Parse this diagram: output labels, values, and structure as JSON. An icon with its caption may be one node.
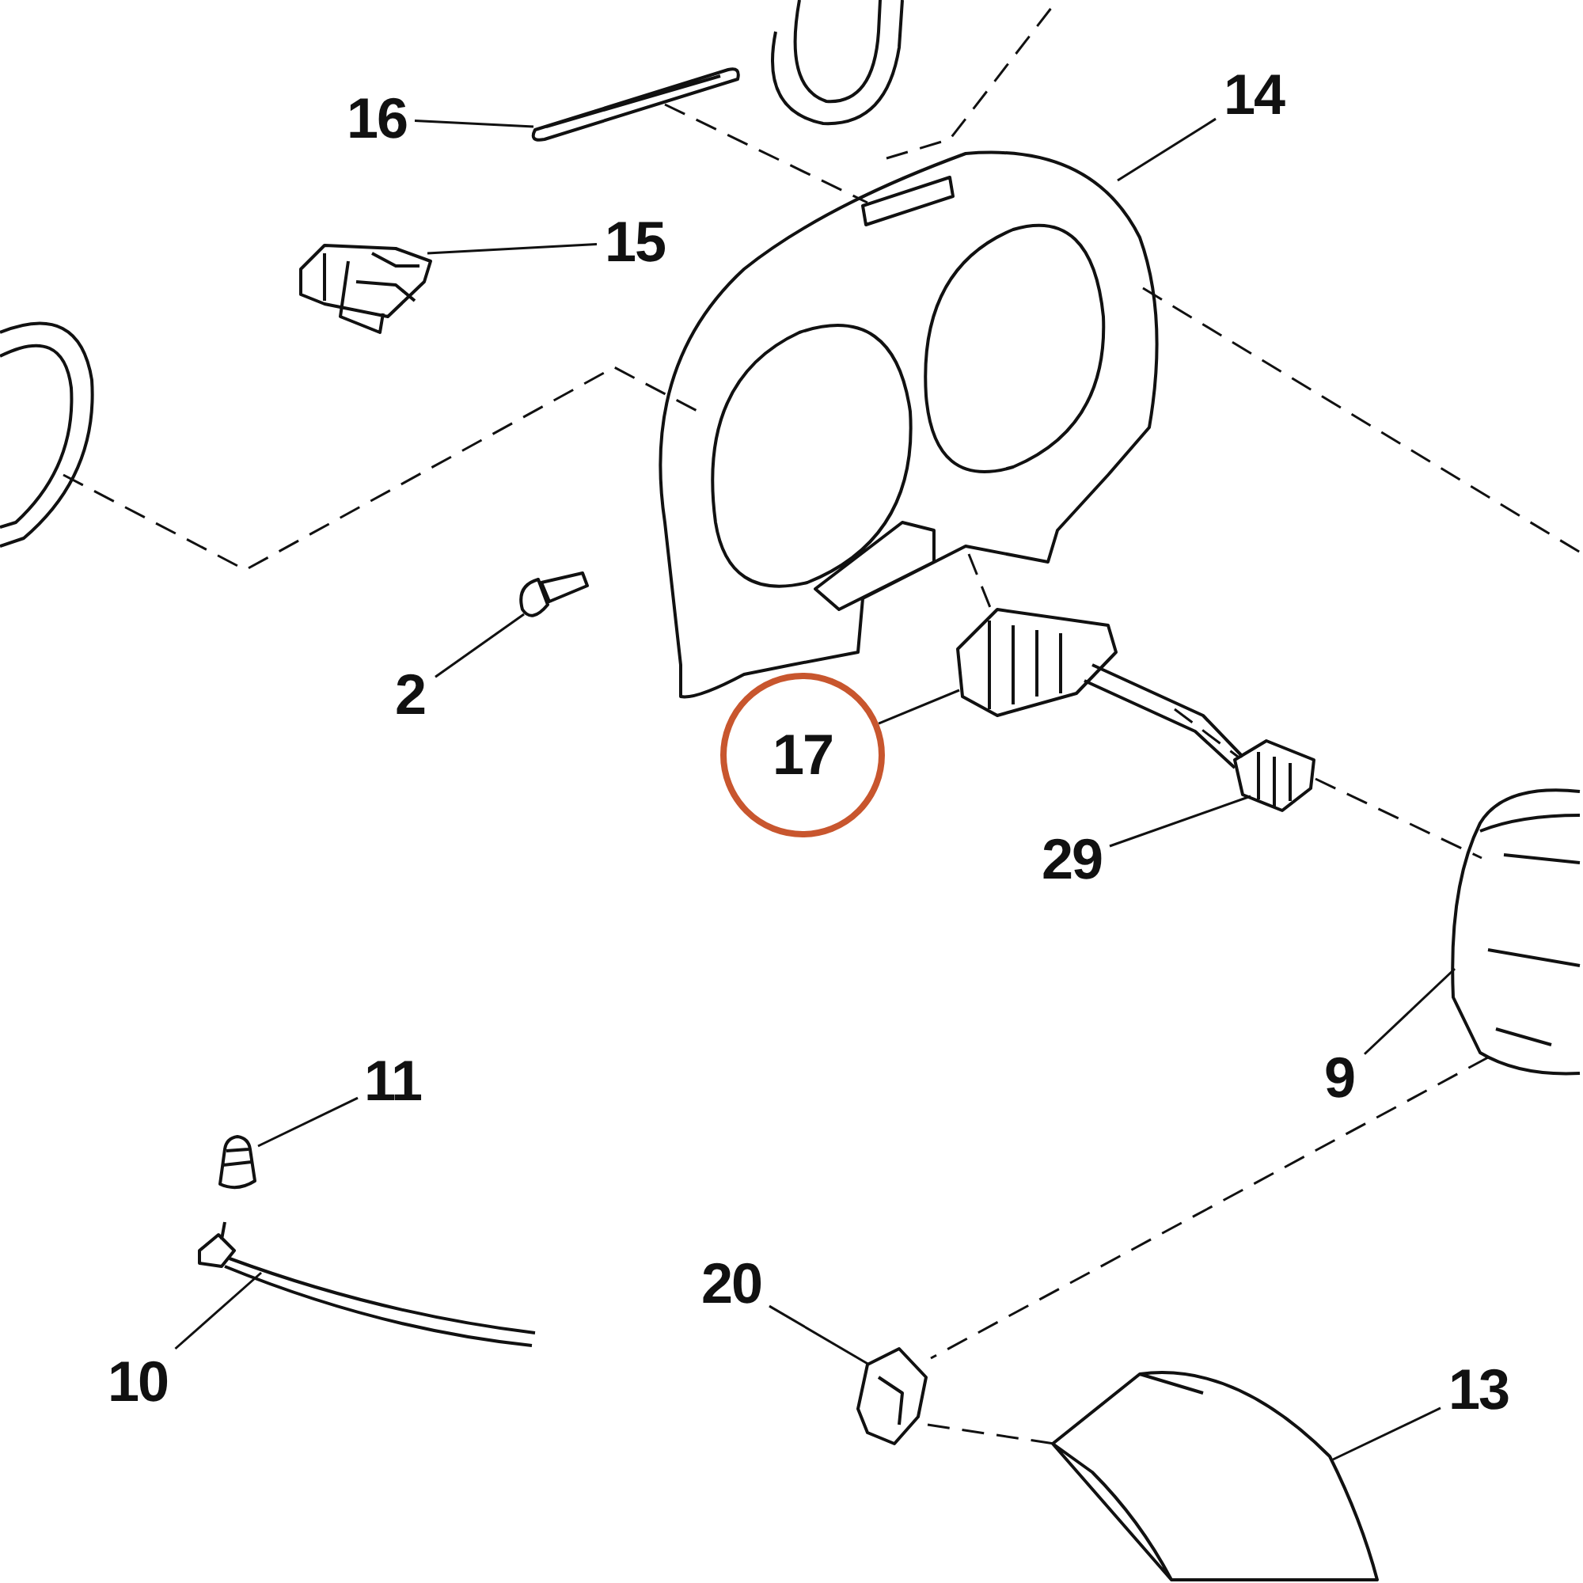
{
  "diagram": {
    "nodes": [
      {
        "text": [
          "16"
        ]
      },
      {
        "text": [
          "15"
        ]
      },
      {
        "text": [
          "14"
        ]
      },
      {
        "text": [
          "2"
        ]
      },
      {
        "text": [
          "17"
        ]
      },
      {
        "text": [
          "29"
        ]
      },
      {
        "text": [
          "9"
        ]
      },
      {
        "text": [
          "11"
        ]
      },
      {
        "text": [
          "10"
        ]
      },
      {
        "text": [
          "20"
        ]
      },
      {
        "text": [
          "13"
        ]
      },
      {
        "text": [],
        "shape": "picture"
      },
      {
        "text": [],
        "shape": "picture"
      },
      {
        "text": [],
        "shape": "picture"
      },
      {
        "text": [],
        "shape": "picture"
      },
      {
        "text": [],
        "shape": "picture"
      },
      {
        "text": [],
        "shape": "picture"
      },
      {
        "text": [],
        "shape": "picture"
      },
      {
        "text": [],
        "shape": "picture"
      },
      {
        "text": [],
        "shape": "picture"
      },
      {
        "text": [],
        "shape": "picture"
      },
      {
        "text": [],
        "shape": "picture"
      },
      {
        "text": [],
        "shape": "picture"
      },
      {
        "text": [],
        "shape": "picture"
      }
    ],
    "edges": [
      {
        "from": 0,
        "to": 11,
        "arrow": "none"
      },
      {
        "from": 1,
        "to": 12,
        "arrow": "none"
      },
      {
        "from": 2,
        "to": 13,
        "arrow": "none"
      },
      {
        "from": 3,
        "to": 14,
        "arrow": "none"
      },
      {
        "from": 4,
        "to": 15,
        "arrow": "none"
      },
      {
        "from": 5,
        "to": 16,
        "arrow": "none"
      },
      {
        "from": 6,
        "to": 17,
        "arrow": "none"
      },
      {
        "from": 7,
        "to": 18,
        "arrow": "none"
      },
      {
        "from": 8,
        "to": 19,
        "arrow": "none"
      },
      {
        "from": 9,
        "to": 20,
        "arrow": "none"
      },
      {
        "from": 10,
        "to": 21,
        "arrow": "none"
      },
      {
        "from": 22,
        "to": 13,
        "arrow": "none",
        "style": "dashed"
      },
      {
        "from": 13,
        "to": 15,
        "arrow": "none",
        "style": "dashed"
      },
      {
        "from": 15,
        "to": 16,
        "arrow": "none",
        "style": "dashed"
      },
      {
        "from": 16,
        "to": 17,
        "arrow": "none",
        "style": "dashed"
      },
      {
        "from": 13,
        "to": null,
        "arrow": "none",
        "style": "dashed"
      },
      {
        "from": 11,
        "to": 13,
        "arrow": "none",
        "style": "dashed"
      },
      {
        "from": 13,
        "to": null,
        "arrow": "none",
        "style": "dashed"
      },
      {
        "from": 17,
        "to": 20,
        "arrow": "none",
        "style": "dashed"
      },
      {
        "from": 20,
        "to": 21,
        "arrow": "none",
        "style": "dashed"
      }
    ]
  }
}
